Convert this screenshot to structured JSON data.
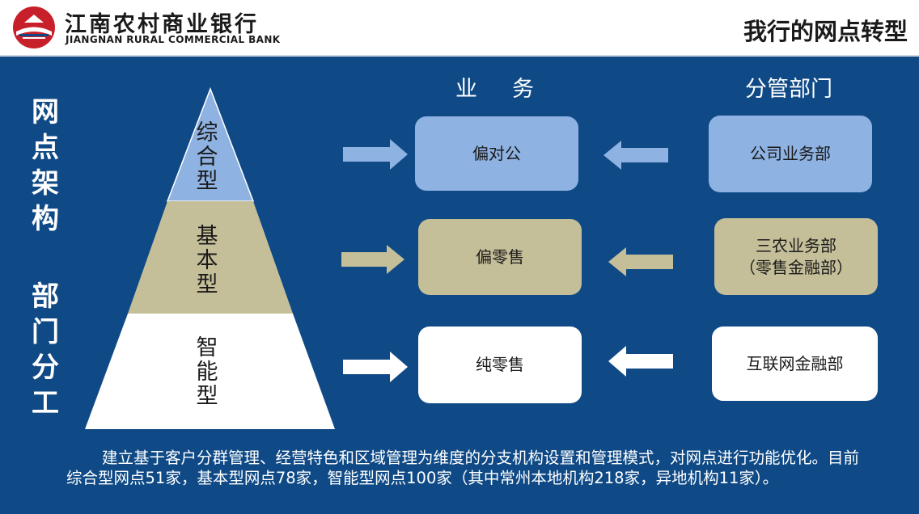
{
  "header": {
    "bank_name_cn": "江南农村商业银行",
    "bank_name_en": "JIANGNAN RURAL COMMERCIAL BANK",
    "page_title": "我行的网点转型"
  },
  "side_titles": {
    "network_structure": [
      "网",
      "点",
      "架",
      "构"
    ],
    "department_division": [
      "部",
      "门",
      "分",
      "工"
    ]
  },
  "pyramid": {
    "tiers": [
      {
        "label": [
          "综",
          "合",
          "型"
        ],
        "color": "#8eb2e2"
      },
      {
        "label": [
          "基",
          "本",
          "型"
        ],
        "color": "#c5bf99"
      },
      {
        "label": [
          "智",
          "能",
          "型"
        ],
        "color": "#ffffff"
      }
    ]
  },
  "columns": {
    "business_head": [
      "业",
      "务"
    ],
    "department_head": "分管部门"
  },
  "business": [
    {
      "label": "偏对公",
      "color": "#8eb2e2"
    },
    {
      "label": "偏零售",
      "color": "#c5bf99"
    },
    {
      "label": "纯零售",
      "color": "#ffffff"
    }
  ],
  "departments": [
    {
      "lines": [
        "公司业务部"
      ],
      "color": "#8eb2e2"
    },
    {
      "lines": [
        "三农业务部",
        "（零售金融部）"
      ],
      "color": "#c5bf99"
    },
    {
      "lines": [
        "互联网金融部"
      ],
      "color": "#ffffff"
    }
  ],
  "footer": {
    "text": "建立基于客户分群管理、经营特色和区域管理为维度的分支机构设置和管理模式，对网点进行功能优化。目前综合型网点51家，基本型网点78家，智能型网点100家（其中常州本地机构218家，异地机构11家）。"
  },
  "colors": {
    "background": "#0f4a86",
    "blue_tier": "#8eb2e2",
    "tan_tier": "#c5bf99",
    "logo_red": "#c8202a"
  }
}
